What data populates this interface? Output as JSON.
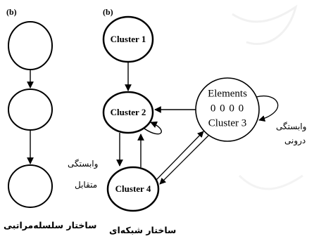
{
  "panel_left": {
    "tag": "(b)",
    "caption": "ساختار سلسله‌مراتبی"
  },
  "panel_right": {
    "tag": "(b)",
    "caption": "ساختار شبکه‌ای",
    "clusters": {
      "c1": "Cluster 1",
      "c2": "Cluster 2",
      "c4": "Cluster 4"
    },
    "elements_node": {
      "line1": "Elements",
      "line2": "0 0 0 0",
      "line3": "Cluster 3"
    },
    "mutual_dependency": {
      "line1": "وابستگی",
      "line2": "متقابل"
    },
    "inner_dependency": {
      "line1": "وابستگی",
      "line2": "درونی"
    }
  },
  "colors": {
    "stroke": "#000000",
    "watermark": "#e6e6e6"
  }
}
